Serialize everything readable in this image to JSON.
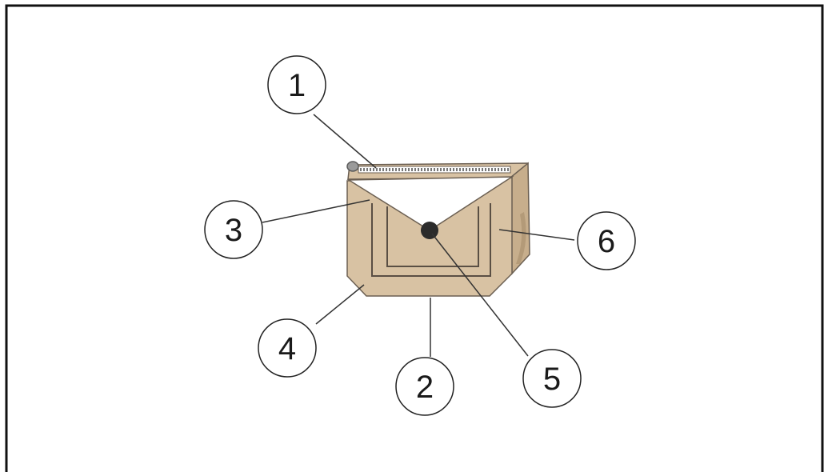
{
  "callouts": [
    {
      "id": "1",
      "label": "1"
    },
    {
      "id": "2",
      "label": "2"
    },
    {
      "id": "3",
      "label": "3"
    },
    {
      "id": "4",
      "label": "4"
    },
    {
      "id": "5",
      "label": "5"
    },
    {
      "id": "6",
      "label": "6"
    }
  ],
  "colors": {
    "frame": "#111111",
    "package_fill": "#d8c2a3",
    "package_shade": "#c7ae8c",
    "package_outline": "#6b5f52",
    "flap_fill": "#ffffff",
    "tear_strip": "#8a8a8a",
    "button": "#2b2b2b",
    "leader": "#333333",
    "circle_stroke": "#222222"
  }
}
